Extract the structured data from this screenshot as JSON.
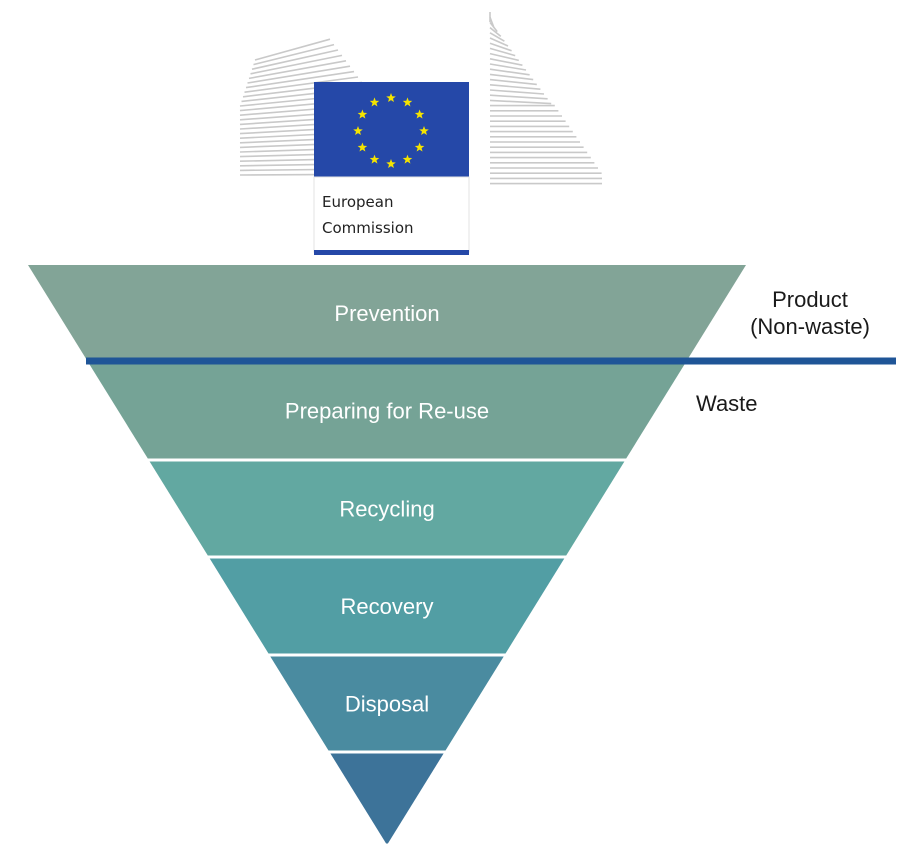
{
  "logo": {
    "line1": "European",
    "line2": "Commission",
    "flag_color": "#2548a8",
    "star_color": "#f5e400",
    "bar_color": "#2548a8",
    "building_color": "#c9c9c9"
  },
  "hierarchy": {
    "tiers": [
      {
        "label": "Prevention",
        "color": "#82a497"
      },
      {
        "label": "Preparing for Re-use",
        "color": "#75a396"
      },
      {
        "label": "Recycling",
        "color": "#62a8a1"
      },
      {
        "label": "Recovery",
        "color": "#529ea4"
      },
      {
        "label": "Disposal",
        "color": "#4a8ba0"
      },
      {
        "label": "",
        "color": "#3d7399"
      }
    ],
    "divider_color": "#1f5597"
  },
  "side_labels": {
    "product": "Product",
    "non_waste": "(Non-waste)",
    "waste": "Waste"
  }
}
